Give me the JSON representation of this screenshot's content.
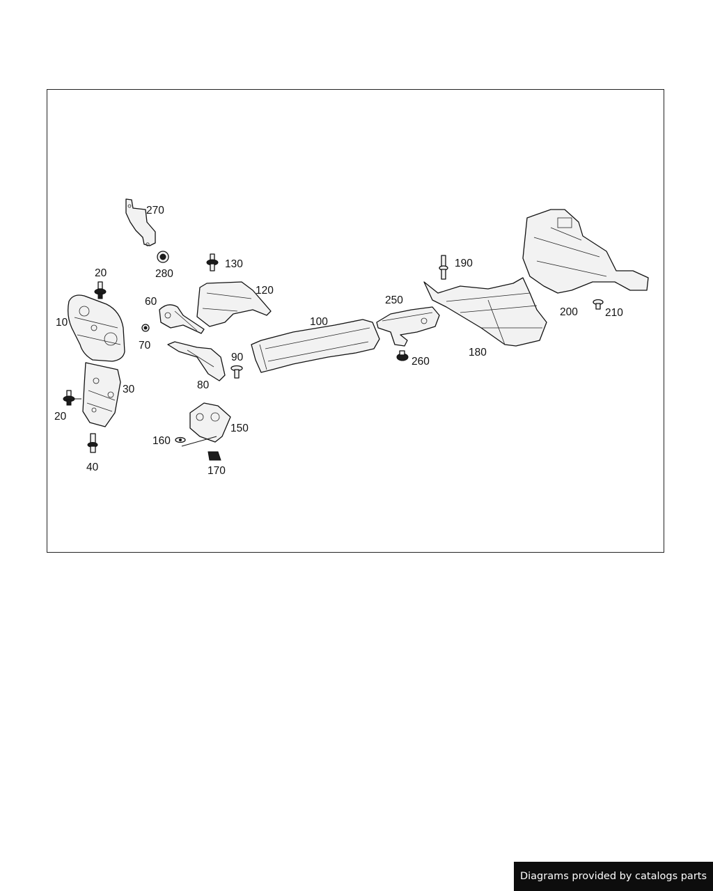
{
  "diagram": {
    "part_labels": {
      "p10": "10",
      "p20a": "20",
      "p20b": "20",
      "p30": "30",
      "p40": "40",
      "p60": "60",
      "p70": "70",
      "p80": "80",
      "p90": "90",
      "p100": "100",
      "p120": "120",
      "p130": "130",
      "p150": "150",
      "p160": "160",
      "p170": "170",
      "p180": "180",
      "p190": "190",
      "p200": "200",
      "p210": "210",
      "p250": "250",
      "p260": "260",
      "p270": "270",
      "p280": "280"
    }
  },
  "footer": {
    "attribution": "Diagrams provided by catalogs parts"
  }
}
